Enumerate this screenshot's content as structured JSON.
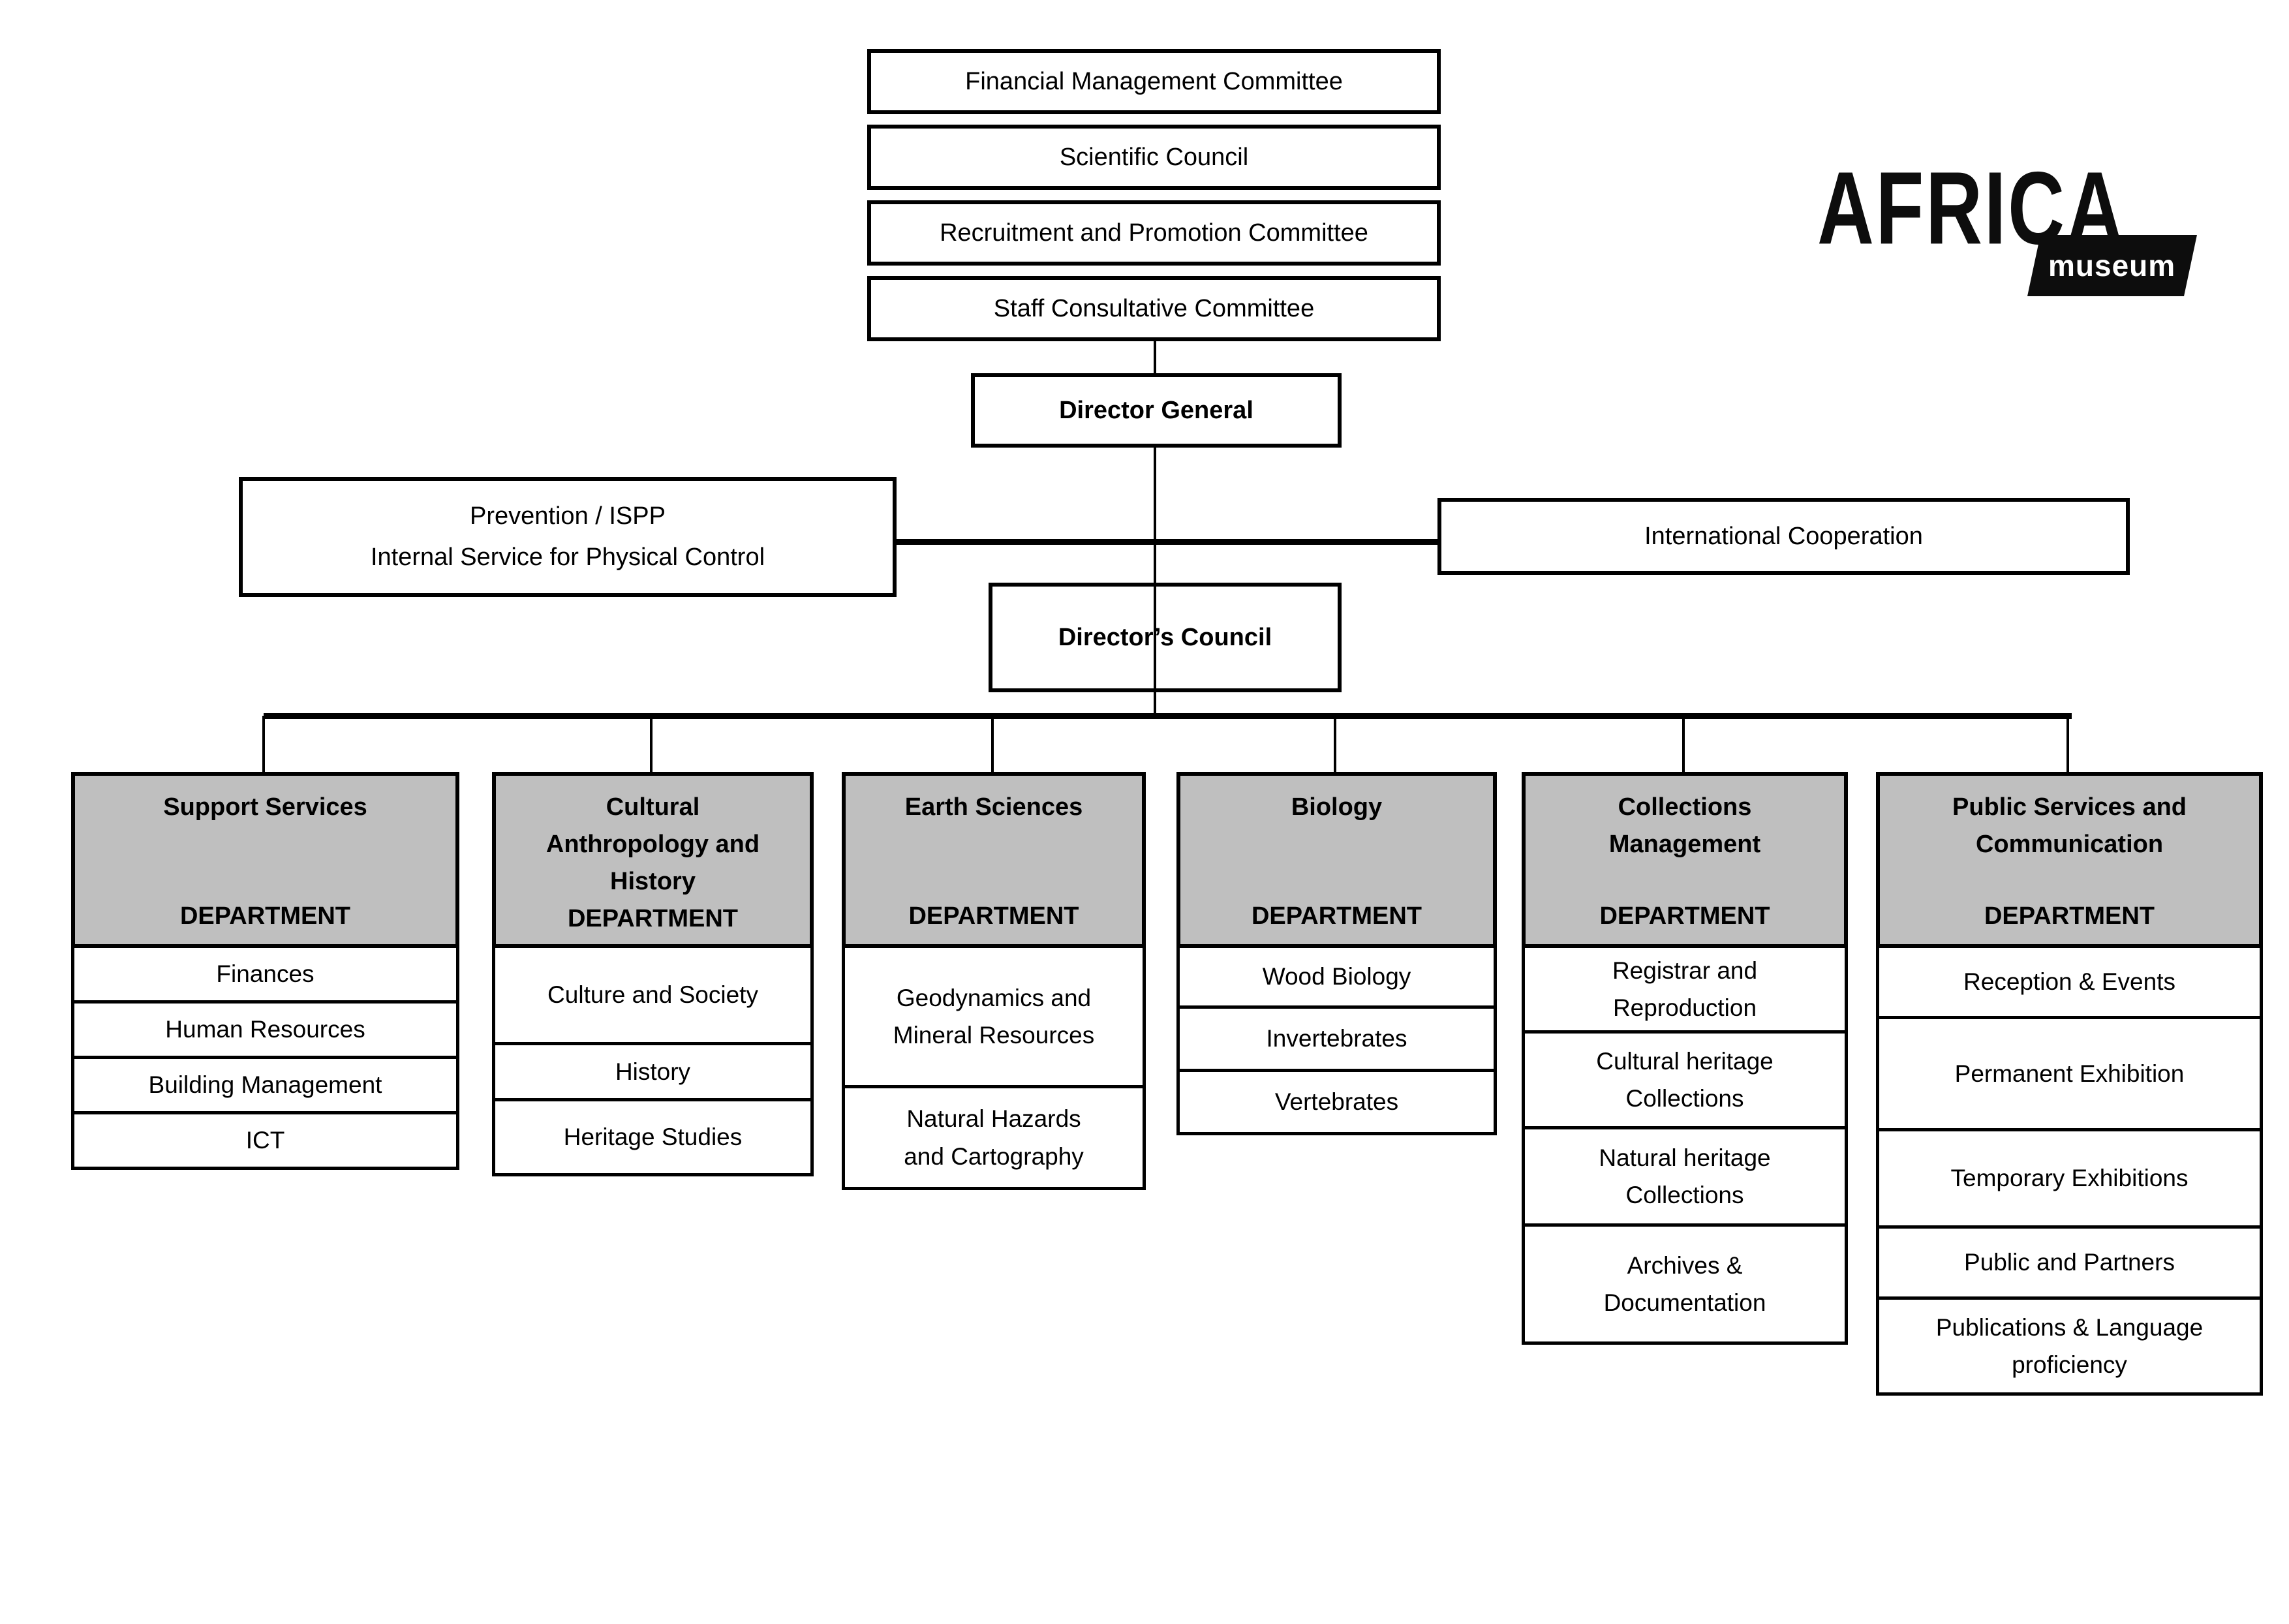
{
  "logo": {
    "brand": "AFRICA",
    "sub": "museum"
  },
  "committees": [
    "Financial Management Committee",
    "Scientific Council",
    "Recruitment and Promotion Committee",
    "Staff Consultative Committee"
  ],
  "director_general": "Director General",
  "prevention": "Prevention / ISPP\nInternal Service for Physical Control",
  "international_cooperation": "International Cooperation",
  "directors_council": "Director’s Council",
  "department_label": "DEPARTMENT",
  "departments": [
    {
      "title": "Support Services",
      "units": [
        "Finances",
        "Human Resources",
        "Building Management",
        "ICT"
      ]
    },
    {
      "title": "Cultural\nAnthropology and\nHistory",
      "units": [
        "Culture and Society",
        "History",
        "Heritage Studies"
      ]
    },
    {
      "title": "Earth Sciences",
      "units": [
        "Geodynamics and\nMineral Resources",
        "Natural Hazards\nand Cartography"
      ]
    },
    {
      "title": "Biology",
      "units": [
        "Wood Biology",
        "Invertebrates",
        "Vertebrates"
      ]
    },
    {
      "title": "Collections\nManagement",
      "units": [
        "Registrar and\nReproduction",
        "Cultural heritage\nCollections",
        "Natural heritage\nCollections",
        "Archives &\nDocumentation"
      ]
    },
    {
      "title": "Public Services and\nCommunication",
      "units": [
        "Reception & Events",
        "Permanent Exhibition",
        "Temporary Exhibitions",
        "Public and Partners",
        "Publications & Language\nproficiency"
      ]
    }
  ],
  "colors": {
    "header_gray": "#BFBFBF",
    "line_black": "#000000"
  }
}
